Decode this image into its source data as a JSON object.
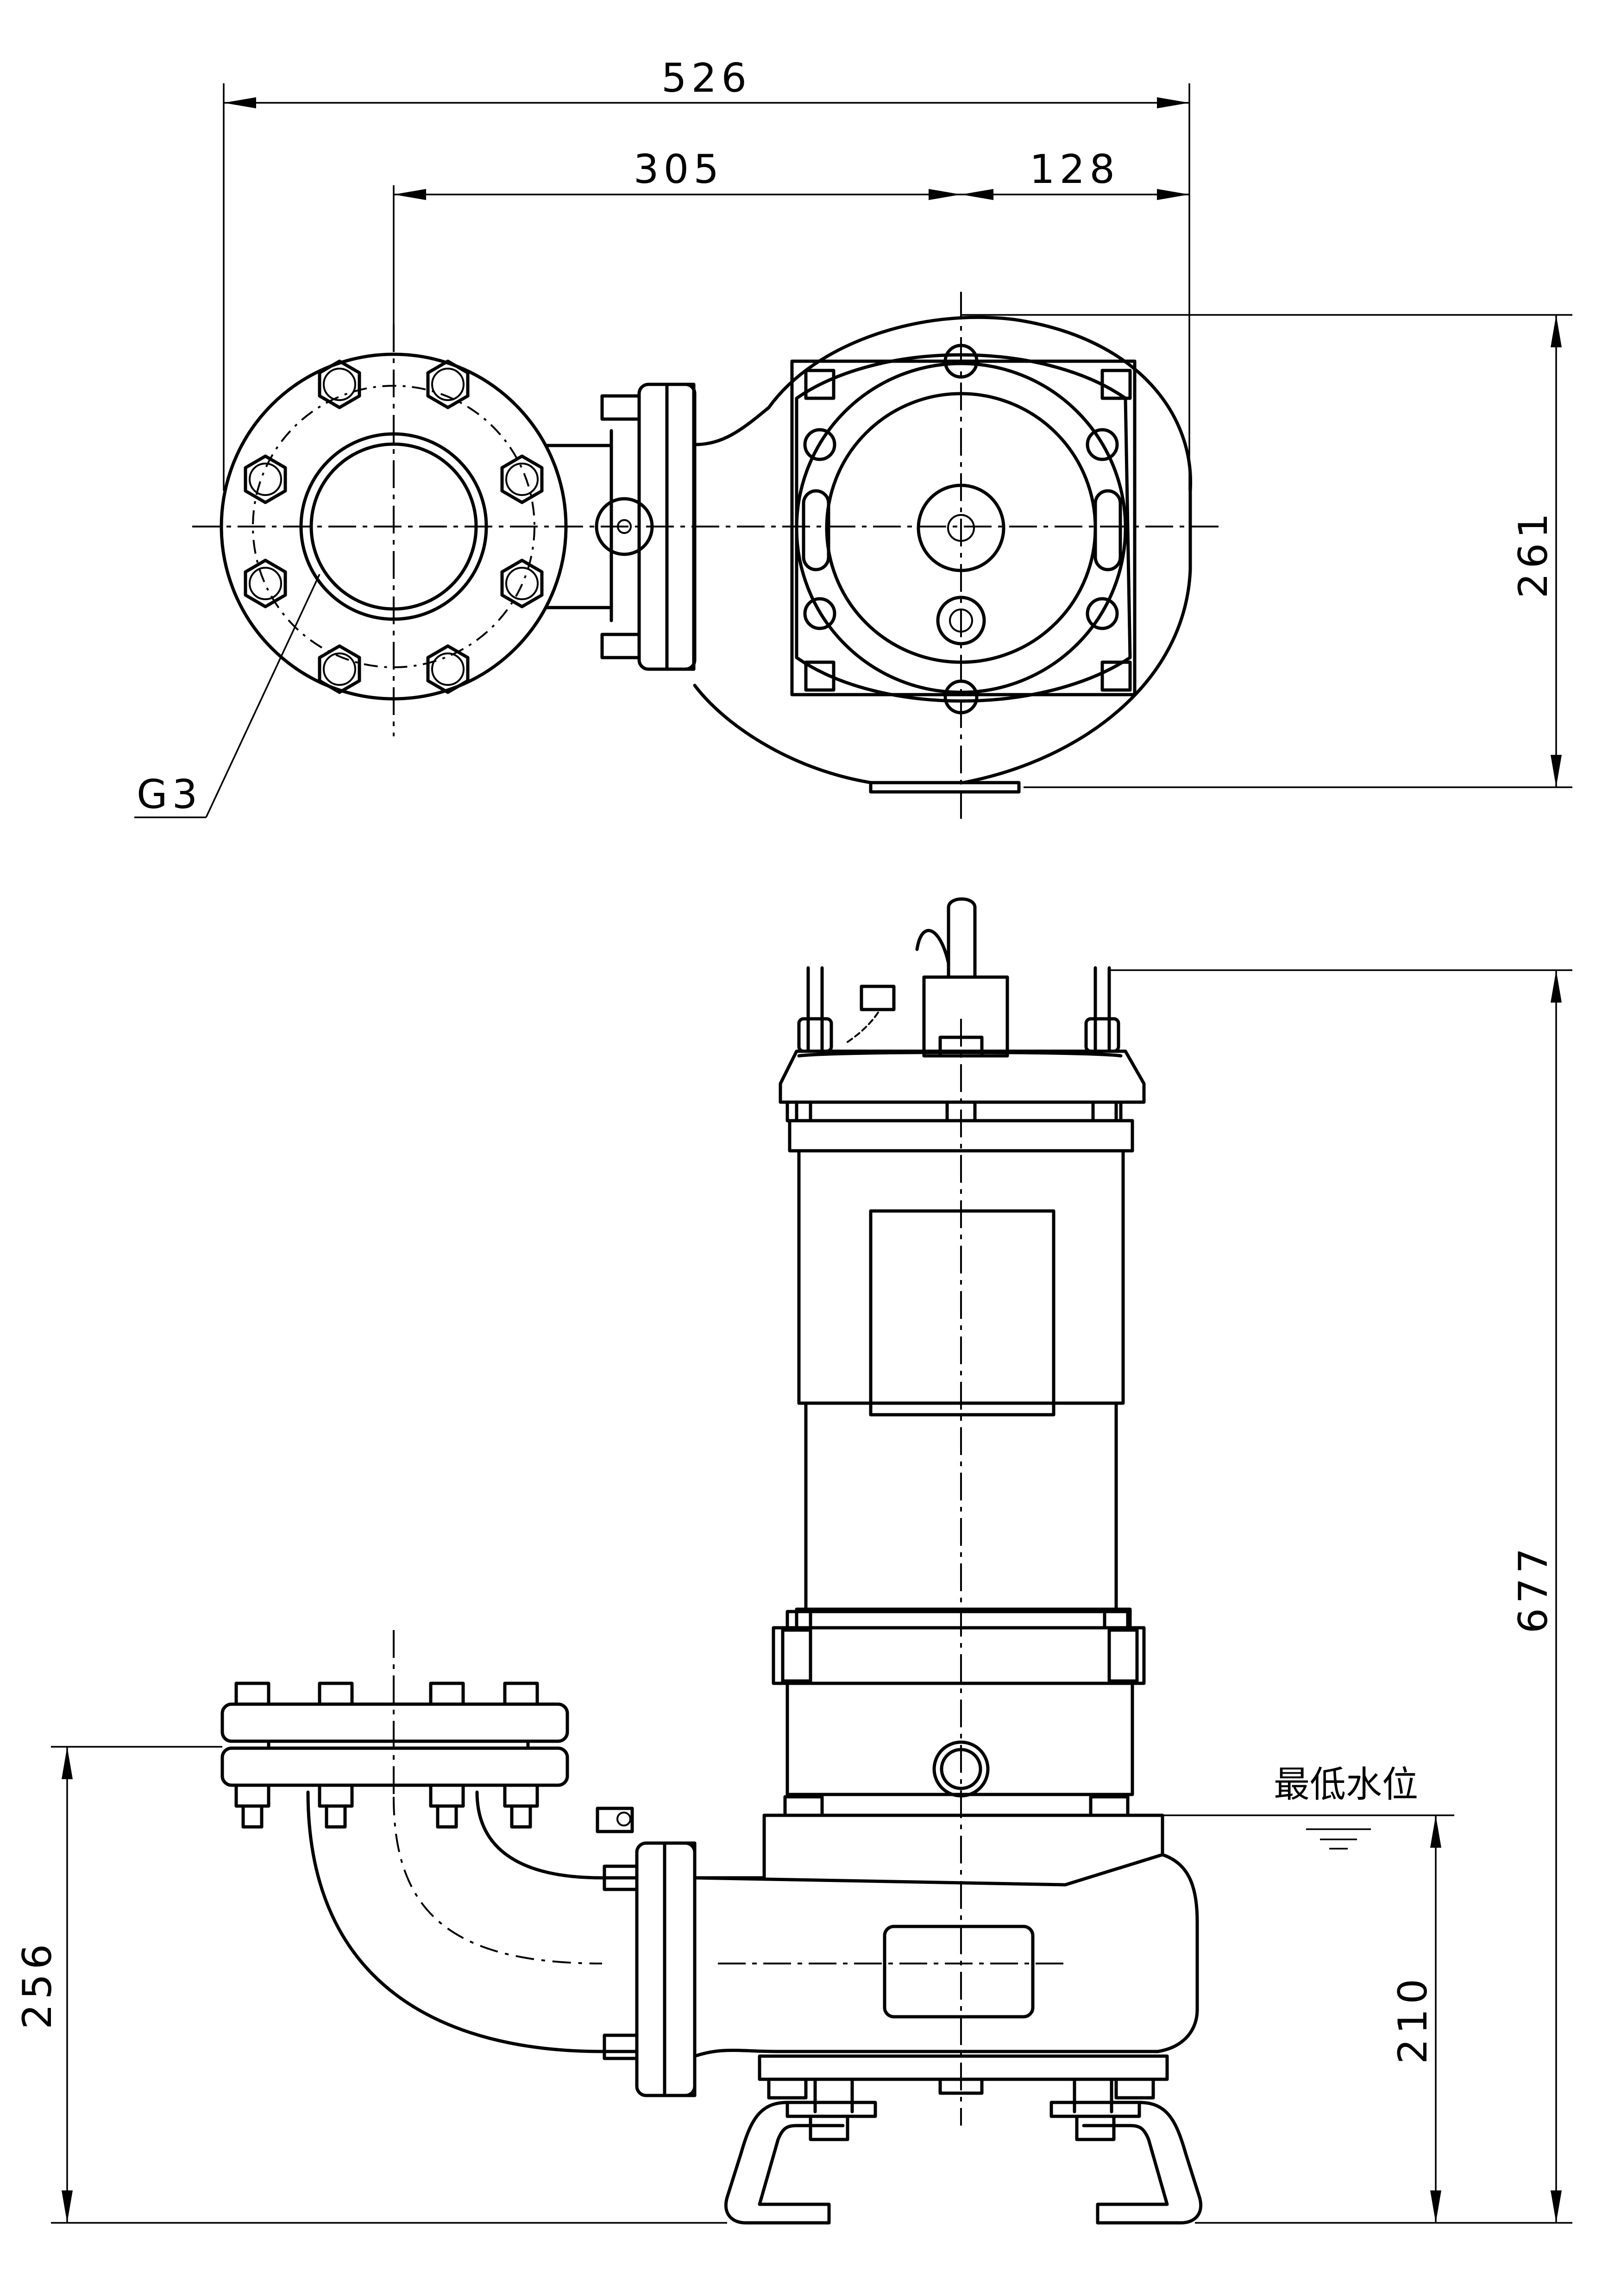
{
  "dimensions": {
    "overall_width": "526",
    "discharge_to_center": "305",
    "center_to_edge": "128",
    "plan_depth": "261",
    "overall_height": "677",
    "discharge_height": "256",
    "min_water_height": "210"
  },
  "labels": {
    "flange_size": "G3",
    "minimum_water_level": "最低水位"
  }
}
